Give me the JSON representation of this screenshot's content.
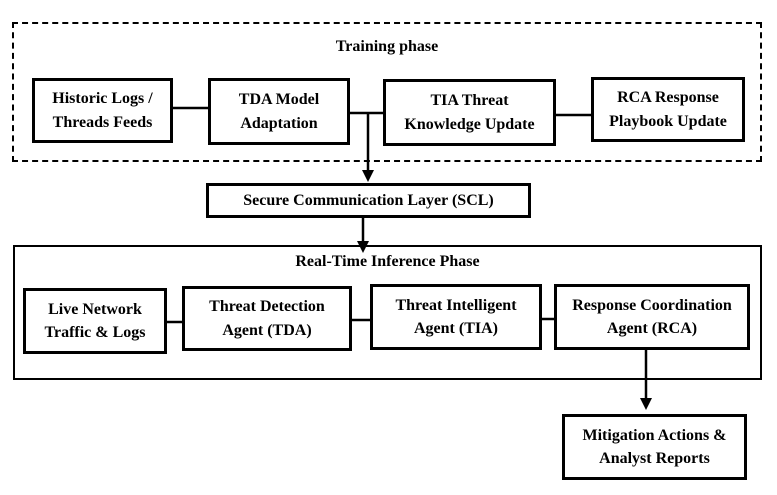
{
  "training": {
    "title": "Training phase",
    "boxes": [
      {
        "line1": "Historic Logs /",
        "line2": "Threads Feeds"
      },
      {
        "line1": "TDA Model",
        "line2": "Adaptation"
      },
      {
        "line1": "TIA Threat",
        "line2": "Knowledge Update"
      },
      {
        "line1": "RCA Response",
        "line2": "Playbook Update"
      }
    ]
  },
  "scl": {
    "label": "Secure Communication Layer (SCL)"
  },
  "inference": {
    "title": "Real-Time Inference Phase",
    "boxes": [
      {
        "line1": "Live Network",
        "line2": "Traffic & Logs"
      },
      {
        "line1": "Threat Detection",
        "line2": "Agent (TDA)"
      },
      {
        "line1": "Threat Intelligent",
        "line2": "Agent (TIA)"
      },
      {
        "line1": "Response Coordination",
        "line2": "Agent (RCA)"
      }
    ]
  },
  "output": {
    "line1": "Mitigation Actions &",
    "line2": "Analyst Reports"
  },
  "colors": {
    "line": "#000000",
    "background": "#ffffff",
    "text": "#000000"
  }
}
